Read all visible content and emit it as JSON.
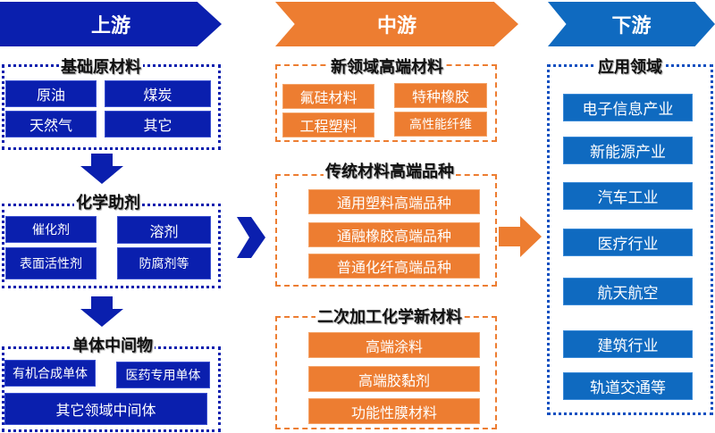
{
  "headers": {
    "upstream": "上游",
    "midstream": "中游",
    "downstream": "下游"
  },
  "upstream": {
    "groups": [
      {
        "title": "基础原材料",
        "items": [
          "原油",
          "煤炭",
          "天然气",
          "其它"
        ]
      },
      {
        "title": "化学助剂",
        "items": [
          "催化剂",
          "溶剂",
          "表面活性剂",
          "防腐剂等"
        ]
      },
      {
        "title": "单体中间物",
        "items": [
          "有机合成单体",
          "医药专用单体",
          "其它领域中间体"
        ]
      }
    ]
  },
  "midstream": {
    "groups": [
      {
        "title": "新领域高端材料",
        "items": [
          "氟硅材料",
          "特种橡胶",
          "工程塑料",
          "高性能纤维"
        ]
      },
      {
        "title": "传统材料高端品种",
        "items": [
          "通用塑料高端品种",
          "通融橡胶高端品种",
          "普通化纤高端品种"
        ]
      },
      {
        "title": "二次加工化学新材料",
        "items": [
          "高端涂料",
          "高端胶黏剂",
          "功能性膜材料"
        ]
      }
    ]
  },
  "downstream": {
    "title": "应用领域",
    "items": [
      "电子信息产业",
      "新能源产业",
      "汽车工业",
      "医疗行业",
      "航天航空",
      "建筑行业",
      "轨道交通等"
    ]
  },
  "colors": {
    "upstream": "#0a1fae",
    "midstream": "#ed7d31",
    "downstream": "#0f6ac0"
  }
}
